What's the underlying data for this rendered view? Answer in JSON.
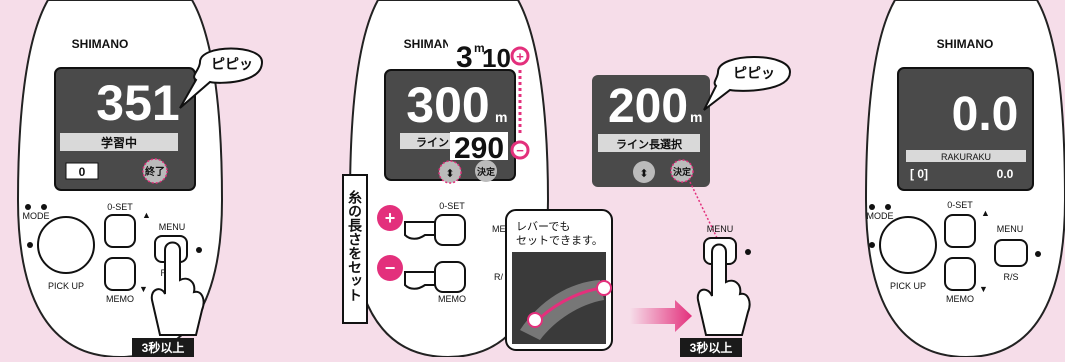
{
  "colors": {
    "background": "#f6dde9",
    "accent_pink": "#e3307c",
    "screen_dark": "#4a4a4a",
    "bar_light": "#d9d9d9",
    "label_black": "#1a1a1a"
  },
  "panel1": {
    "brand": "SHIMANO",
    "speech": "ピピッ",
    "big_number": "351",
    "status_label": "学習中",
    "left_value": "0",
    "end_button": "終了",
    "mode_label": "MODE",
    "zero_set_label": "0-SET",
    "menu_label": "MENU",
    "pick_up_label": "PICK UP",
    "memo_label": "MEMO",
    "rs_label": "R/S",
    "hold_caption": "3秒以上"
  },
  "panel2": {
    "brand": "SHIMANO",
    "top_figure": "3",
    "top_exp": "m",
    "top_figure2": "10",
    "big_number": "300",
    "unit": "m",
    "line_label": "ライン",
    "lower_figure": "290",
    "decide_button": "決定",
    "zero_set_label": "0-SET",
    "memo_label": "MEMO",
    "side_note": "糸の長さをセット",
    "plus_icon": "plus-icon",
    "minus_icon": "minus-icon",
    "callout_text_line1": "レバーでも",
    "callout_text_line2": "セットできます。",
    "menu_label_partial": "ME",
    "rs_label_partial": "R/"
  },
  "panel3": {
    "speech": "ピピッ",
    "big_number": "200",
    "unit": "m",
    "status_label": "ライン長選択",
    "decide_button": "決定",
    "menu_label": "MENU",
    "hold_caption": "3秒以上"
  },
  "panel4": {
    "brand": "SHIMANO",
    "big_number": "0.0",
    "rakuraku_label": "RAKURAKU",
    "bracket_value": "[ 0]",
    "right_value": "0.0",
    "mode_label": "MODE",
    "zero_set_label": "0-SET",
    "menu_label": "MENU",
    "pick_up_label": "PICK UP",
    "memo_label": "MEMO",
    "rs_label": "R/S"
  }
}
